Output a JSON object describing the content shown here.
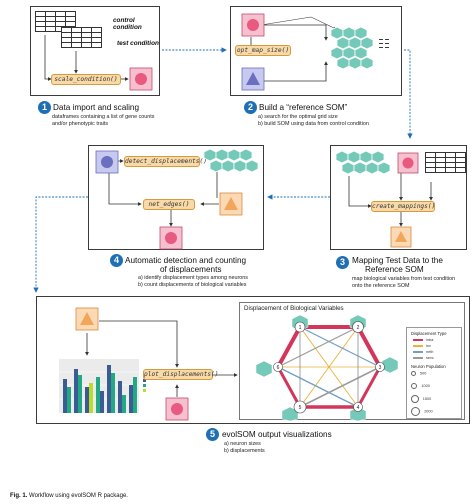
{
  "steps": [
    {
      "number": "1",
      "title": "Data import and scaling",
      "desc": [
        "dataframes containing a list of gene counts",
        "and/or phenotypic traits"
      ]
    },
    {
      "number": "2",
      "title": "Build a “reference SOM”",
      "desc": [
        "a) search for the optimal grid size",
        "b) build SOM using data from control condition"
      ]
    },
    {
      "number": "3",
      "title": [
        "Mapping Test Data to the",
        "Reference SOM"
      ],
      "desc": [
        "map biological variables from test condition",
        "onto the reference SOM"
      ]
    },
    {
      "number": "4",
      "title": [
        "Automatic detection and counting",
        "of displacements"
      ],
      "desc": [
        "a) identify displacement types among neurons",
        "b) count displacements of biological variables"
      ]
    },
    {
      "number": "5",
      "title": "evolSOM output visualizations",
      "desc": [
        "a) neuron sizes",
        "b) displacements"
      ]
    }
  ],
  "functions": {
    "scale_condition": "scale_condition()",
    "opt_map_size": "opt_map_size()",
    "create_mappings": "create_mappings()",
    "detect_displacements": "detect_displacements()",
    "net_edges": "net_edges()",
    "plot_displacements": "plot_displacements()"
  },
  "conditions": {
    "control": "control condition",
    "test": "test condition"
  },
  "network": {
    "title": "Displacement of Biological Variables",
    "legend_title": "Displacement Type",
    "legend_types": [
      "intra",
      "inv",
      "neth",
      "sevc"
    ],
    "legend_type_colors": [
      "#d4355a",
      "#e8b43a",
      "#6fa0c8",
      "#9a9a9a"
    ],
    "population_title": "Neuron Population",
    "population_values": [
      "500",
      "1000",
      "1500",
      "2000"
    ],
    "node_labels": [
      "1",
      "2",
      "3",
      "4",
      "5",
      "6"
    ]
  },
  "colors": {
    "accent_blue": "#1f6fb5",
    "neuron_pink": "#e85a80",
    "neuron_purple": "#8a8fd6",
    "neuron_orange": "#f2a65a",
    "hex_teal": "#74c9b9",
    "function_fill": "#f8d9a8"
  },
  "caption": {
    "label": "Fig. 1.",
    "text": "Workflow using evolSOM R package."
  }
}
